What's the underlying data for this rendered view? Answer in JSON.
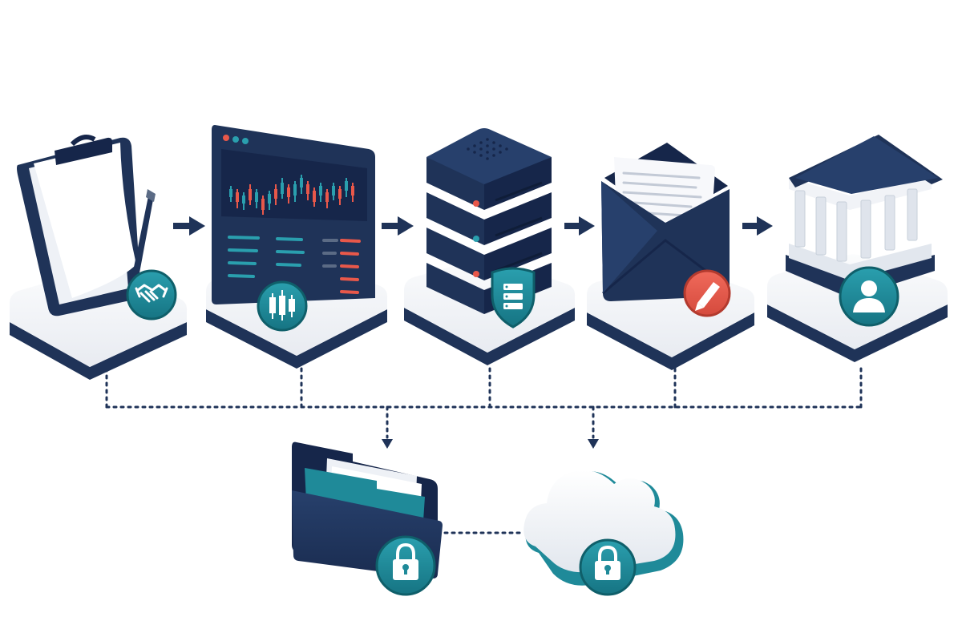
{
  "colors": {
    "navy": "#1f3358",
    "navy_dark": "#16264a",
    "teal": "#1f8a99",
    "teal_dark": "#15707d",
    "coral": "#e8584a",
    "platform_top": "#f1f3f7",
    "paper": "#f7f8fb",
    "connector": "#1f3358"
  },
  "process_steps": [
    {
      "id": "agreement",
      "object": "clipboard-with-pen",
      "badge_icon": "handshake-icon",
      "badge_color": "teal"
    },
    {
      "id": "trading",
      "object": "trading-dashboard",
      "badge_icon": "candlestick-chart-icon",
      "badge_color": "teal"
    },
    {
      "id": "data-storage",
      "object": "server-rack",
      "badge_icon": "shield-database-icon",
      "badge_color": "teal"
    },
    {
      "id": "correspondence",
      "object": "envelope-with-letter",
      "badge_icon": "pencil-icon",
      "badge_color": "coral"
    },
    {
      "id": "institution",
      "object": "bank-building",
      "badge_icon": "user-icon",
      "badge_color": "teal"
    }
  ],
  "archive_targets": [
    {
      "id": "secure-folder",
      "object": "folder-with-documents",
      "badge_icon": "padlock-icon"
    },
    {
      "id": "secure-cloud",
      "object": "cloud",
      "badge_icon": "padlock-icon"
    }
  ],
  "connectors": {
    "flow": "solid-arrows-between-steps",
    "archive": "dotted-lines-from-every-step-to-storage"
  }
}
